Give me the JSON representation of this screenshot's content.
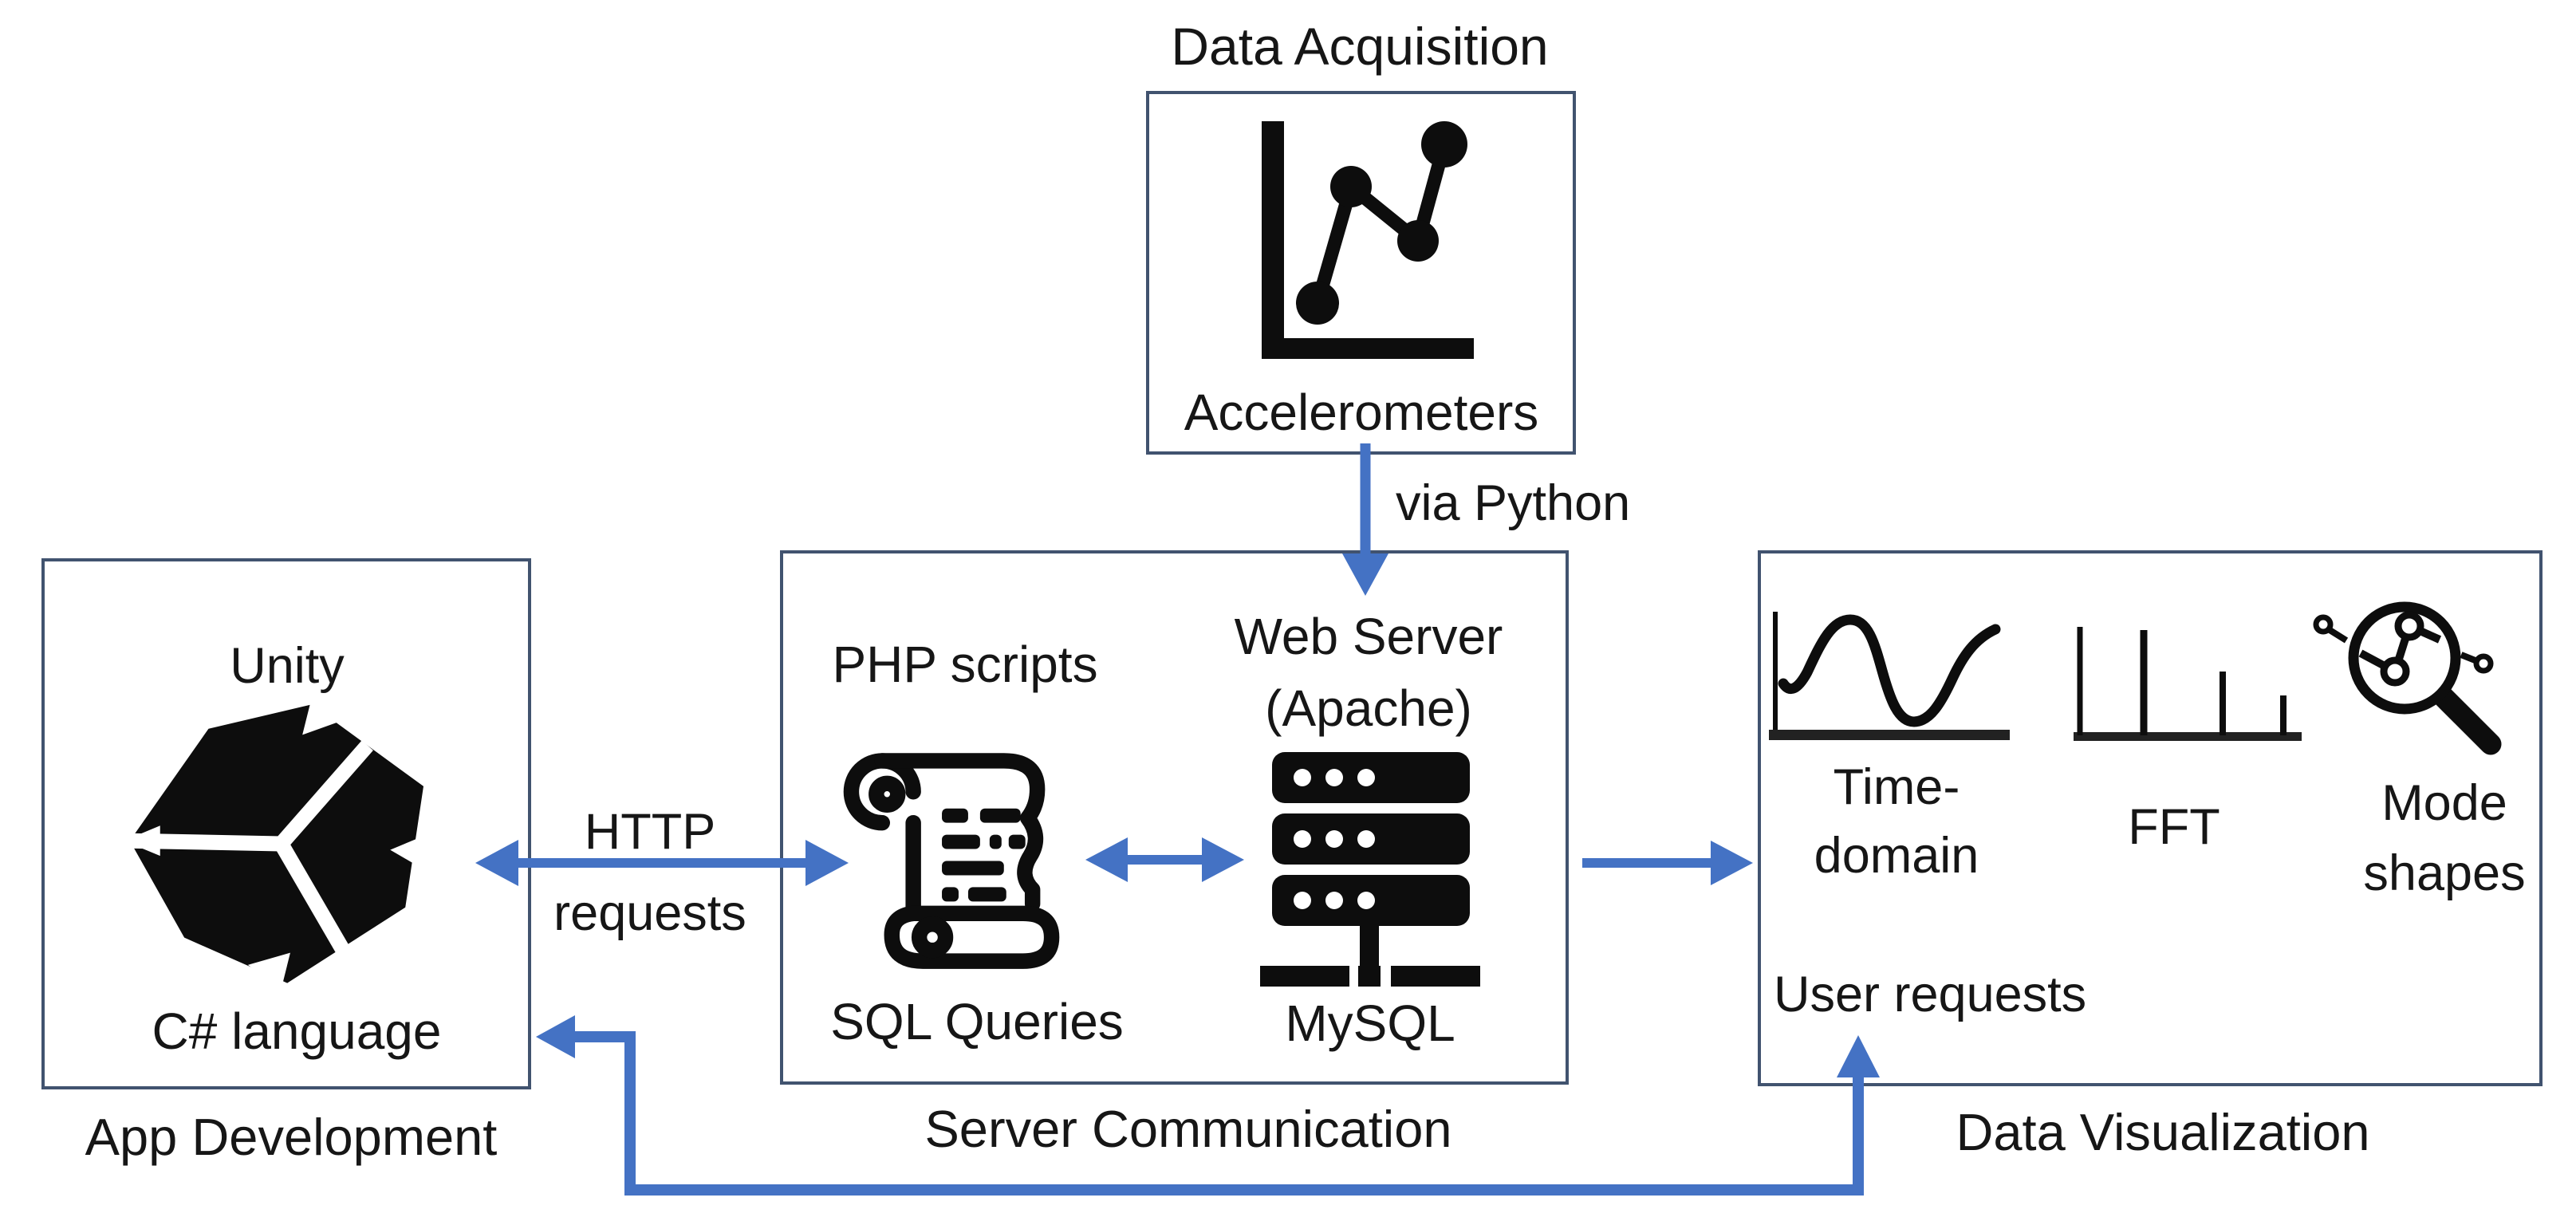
{
  "colors": {
    "background": "#ffffff",
    "box_border": "#41536F",
    "arrow": "#4472C4",
    "text": "#161616",
    "icon": "#0D0D0D"
  },
  "stages": {
    "data_acquisition": {
      "caption": "Data Acquisition",
      "device": "Accelerometers",
      "icon": "scatter-line-chart-icon"
    },
    "app_development": {
      "caption": "App Development",
      "engine": "Unity",
      "language": "C# language",
      "icon": "unity-logo-icon"
    },
    "server_communication": {
      "caption": "Server Communication",
      "scripts": "PHP scripts",
      "queries": "SQL Queries",
      "web_server_line1": "Web Server",
      "web_server_line2": "(Apache)",
      "database": "MySQL",
      "scroll_icon": "scroll-icon",
      "server_icon": "server-stack-icon"
    },
    "data_visualization": {
      "caption": "Data Visualization",
      "time_domain_line1": "Time-",
      "time_domain_line2": "domain",
      "fft": "FFT",
      "mode_shapes_line1": "Mode",
      "mode_shapes_line2": "shapes",
      "user_requests": "User requests",
      "time_icon": "time-domain-wave-icon",
      "fft_icon": "fft-spectrum-icon",
      "mode_icon": "magnifier-network-icon"
    }
  },
  "connections": {
    "via_python_label": "via Python",
    "http_label_line1": "HTTP",
    "http_label_line2": "requests"
  }
}
